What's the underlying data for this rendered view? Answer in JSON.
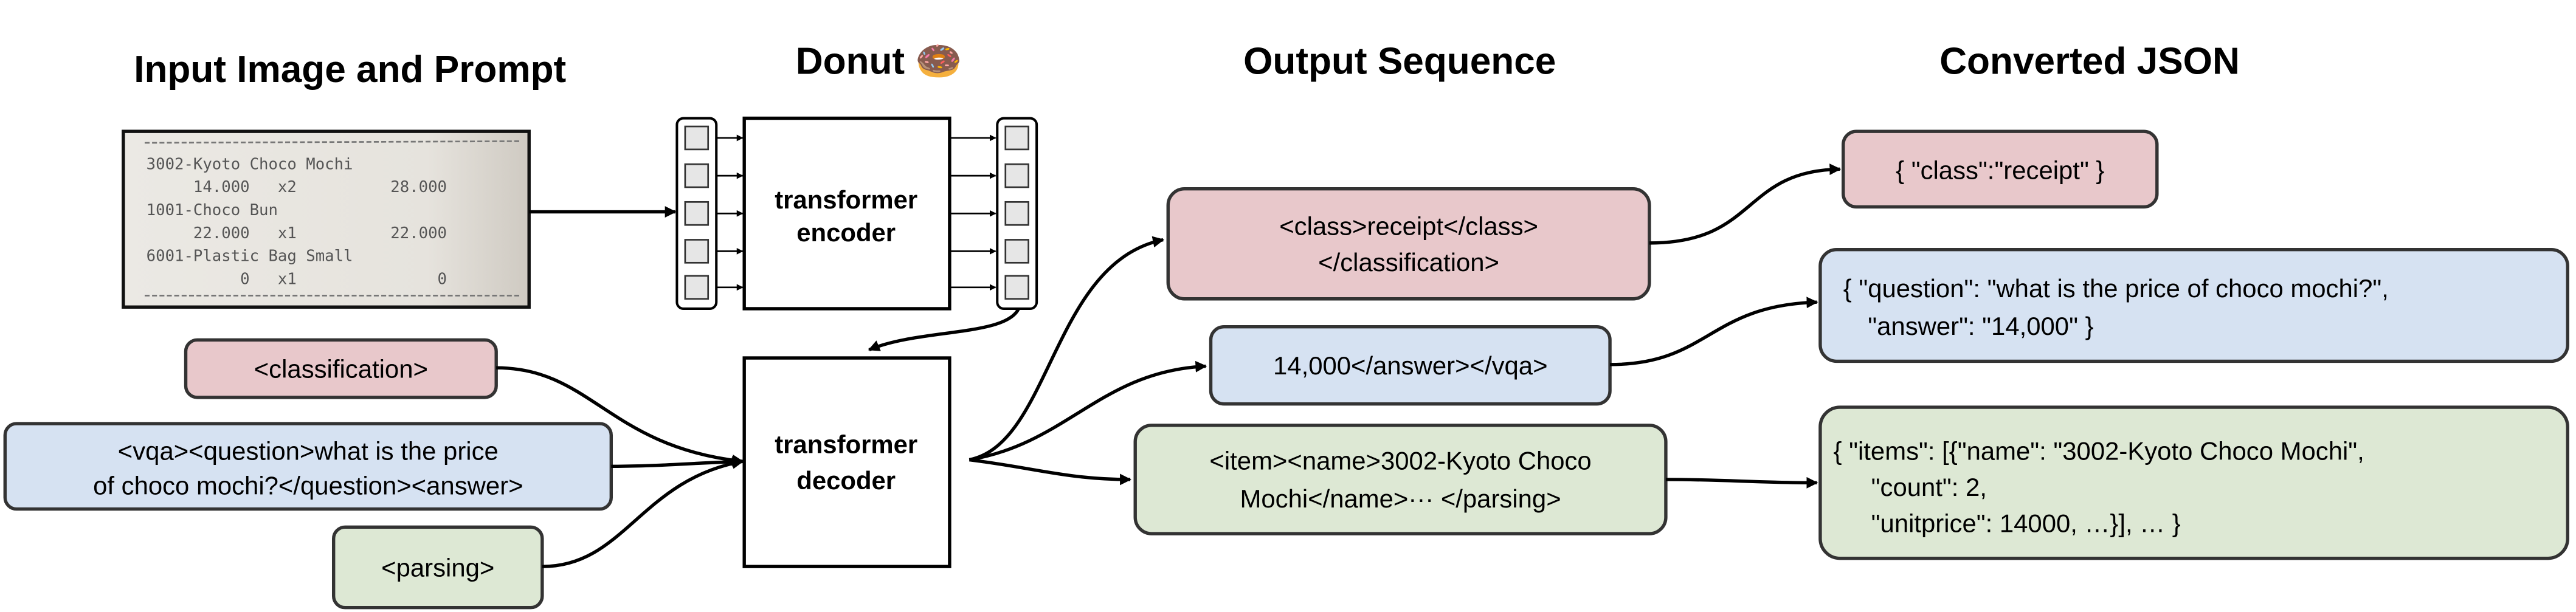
{
  "titles": {
    "input": "Input Image and Prompt",
    "model": "Donut 🍩",
    "output": "Output Sequence",
    "json": "Converted JSON"
  },
  "receipt": {
    "lines": [
      "3002-Kyoto Choco Mochi",
      "     14.000   x2          28.000",
      "1001-Choco Bun",
      "     22.000   x1          22.000",
      "6001-Plastic Bag Small",
      "          0   x1               0"
    ]
  },
  "model": {
    "encoder": [
      "transformer",
      "encoder"
    ],
    "decoder": [
      "transformer",
      "decoder"
    ]
  },
  "prompts": {
    "classification": "<classification>",
    "vqa": [
      "<vqa><question>what is the price",
      "of choco mochi?</question><answer>"
    ],
    "parsing": "<parsing>"
  },
  "outputs": {
    "classification": [
      "<class>receipt</class>",
      "</classification>"
    ],
    "vqa": "14,000</answer></vqa>",
    "parsing": [
      "<item><name>3002-Kyoto Choco",
      "Mochi</name>··· </parsing>"
    ]
  },
  "json": {
    "classification": "{ \"class\":\"receipt\" }",
    "vqa": [
      "{ \"question\": \"what is the price of choco mochi?\",",
      "\"answer\": \"14,000\" }"
    ],
    "parsing": [
      "{ \"items\": [{\"name\": \"3002-Kyoto Choco Mochi\",",
      "\"count\": 2,",
      "\"unitprice\": 14000, …}], … }"
    ]
  },
  "colors": {
    "classification": "#e8c8cb",
    "vqa": "#d6e2f2",
    "parsing": "#dde8d4",
    "receipt_bg": "#e9e7e2"
  }
}
